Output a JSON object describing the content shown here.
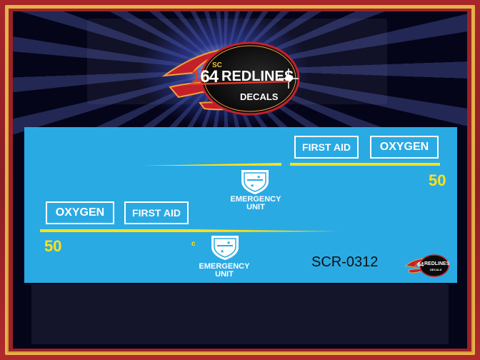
{
  "logo": {
    "scale_red": "1",
    "scale_white": "64",
    "sc": "SC",
    "brand": "REDLINES",
    "sub": "DECALS"
  },
  "decals": {
    "top_first_aid": "FIRST AID",
    "top_oxygen": "OXYGEN",
    "top_number": "50",
    "mid_emergency_line1": "EMERGENCY",
    "mid_emergency_line2": "UNIT",
    "left_oxygen": "OXYGEN",
    "left_first_aid": "FIRST AID",
    "left_number": "50",
    "stripe_mark": "c",
    "low_emergency_line1": "EMERGENCY",
    "low_emergency_line2": "UNIT",
    "code": "SCR-0312"
  },
  "mini_logo": {
    "scale_red": "1",
    "scale_white": "64",
    "brand": "REDLINES",
    "sub": "DECALS"
  },
  "colors": {
    "sheet": "#2aaae3",
    "yellow": "#ffe21a",
    "frame_red": "#9b2226",
    "frame_gold": "#e6b24a"
  }
}
